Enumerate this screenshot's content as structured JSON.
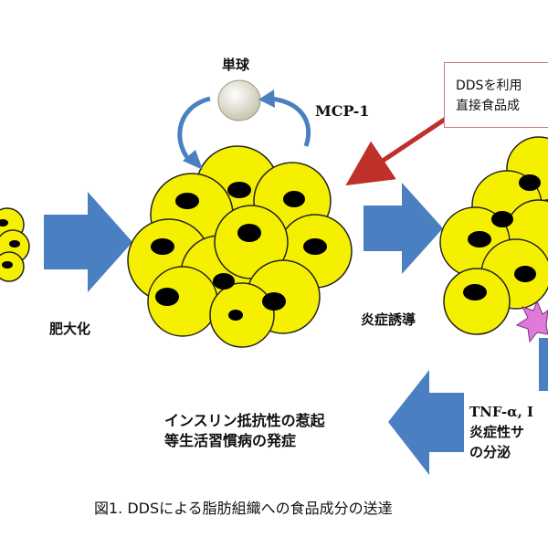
{
  "labels": {
    "monocyte": "単球",
    "mcp1": "MCP-1",
    "hypertrophy": "肥大化",
    "inflammation_induction": "炎症誘導",
    "insulin_line1": "インスリン抵抗性の惹起",
    "insulin_line2": "等生活習慣病の発症",
    "tnf_line1": "TNF-α, I",
    "tnf_line2": "炎症性サ",
    "tnf_line3": "の分泌"
  },
  "dds_box": {
    "line1": "DDSを利用",
    "line2": "直接食品成"
  },
  "caption": "図1. DDSによる脂肪組織への食品成分の送達",
  "colors": {
    "cell_fill": "#f5f000",
    "cell_stroke": "#222222",
    "nucleus": "#000000",
    "arrow_blue": "#4a7fc1",
    "arrow_red": "#c0302a",
    "monocyte": "#ecebdc",
    "star": "#e07ad8"
  }
}
